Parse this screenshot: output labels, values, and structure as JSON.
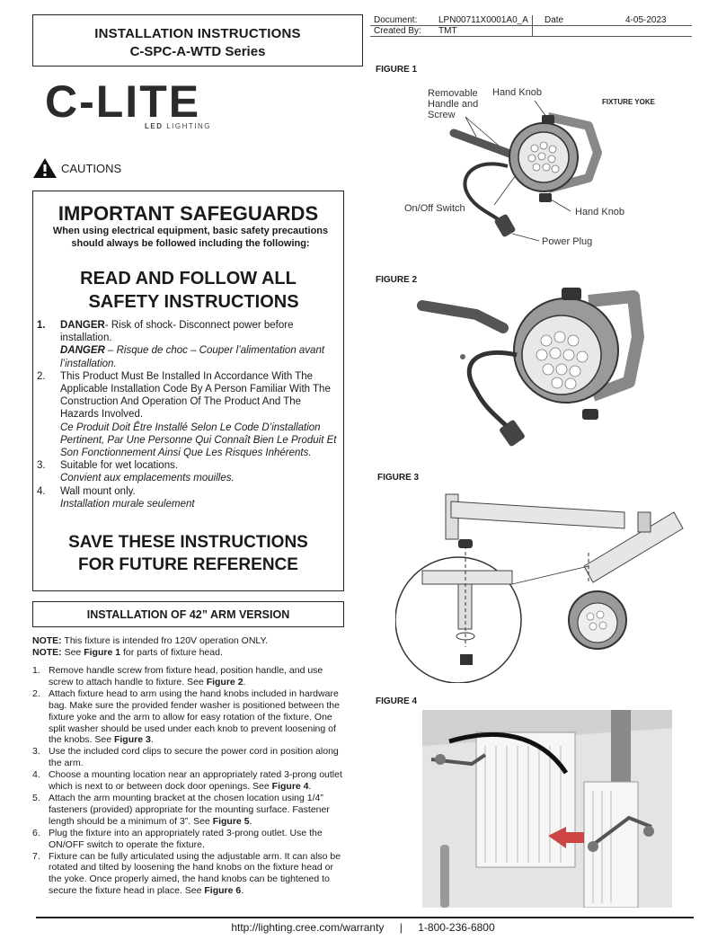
{
  "header": {
    "title_line1": "INSTALLATION INSTRUCTIONS",
    "title_line2": "C-SPC-A-WTD Series",
    "document_label": "Document:",
    "document_value": "LPN00711X0001A0_A",
    "date_label": "Date",
    "date_value": "4-05-2023",
    "created_label": "Created By:",
    "created_value": "TMT"
  },
  "logo": {
    "word": "C-LITE",
    "sub_bold": "LED",
    "sub_rest": " LIGHTING"
  },
  "cautions": "CAUTIONS",
  "safeguards": {
    "title": "IMPORTANT SAFEGUARDS",
    "subtitle": "When using electrical equipment, basic safety precautions should always be followed including the following:",
    "read_line1": "READ AND FOLLOW ALL",
    "read_line2": "SAFETY INSTRUCTIONS",
    "items": [
      {
        "num": "1.",
        "danger": "DANGER",
        "text": "- Risk of shock- Disconnect power before installation.",
        "fr_bold": "DANGER",
        "fr": " – Risque de choc – Couper l’alimentation avant l’installation."
      },
      {
        "num": "2.",
        "text": "This Product Must Be Installed In Accordance With The Applicable Installation Code By A Person Familiar With The Construction And Operation Of The Product And The Hazards Involved.",
        "fr": "Ce Produit Doit Être Installé Selon Le Code D’installation Pertinent, Par Une Personne Qui Connaît Bien Le Produit Et Son Fonctionnement Ainsi Que Les Risques Inhérents."
      },
      {
        "num": "3.",
        "text": "Suitable for wet locations.",
        "fr": "Convient aux emplacements mouilles."
      },
      {
        "num": "4.",
        "text": "Wall mount only.",
        "fr": "Installation murale seulement"
      }
    ],
    "save_line1": "SAVE THESE INSTRUCTIONS",
    "save_line2": "FOR FUTURE REFERENCE"
  },
  "installation": {
    "title": "INSTALLATION OF 42” ARM VERSION",
    "note1_label": "NOTE:",
    "note1_text": " This fixture is intended fro 120V operation ONLY.",
    "note2_label": "NOTE:",
    "note2_pre": " See ",
    "note2_fig": "Figure 1",
    "note2_post": " for parts of fixture head.",
    "steps": [
      {
        "num": "1.",
        "text": "Remove handle screw from fixture head, position handle, and use screw to attach handle to fixture. See ",
        "fig": "Figure 2",
        "end": "."
      },
      {
        "num": "2.",
        "text": "Attach fixture head to arm using the hand knobs included in hardware bag. Make sure the provided fender washer is positioned between the fixture yoke and the arm to allow for easy rotation of the fixture. One split washer should be used under each knob to prevent loosening of the knobs. See ",
        "fig": "Figure 3",
        "end": "."
      },
      {
        "num": "3.",
        "text": "Use the included cord clips to secure the power cord in position along the arm.",
        "fig": "",
        "end": ""
      },
      {
        "num": "4.",
        "text": "Choose a mounting location near an appropriately rated 3-prong outlet which is next to or between dock door openings. See ",
        "fig": "Figure 4",
        "end": "."
      },
      {
        "num": "5.",
        "text": "Attach the arm mounting bracket at the chosen location using 1/4” fasteners (provided) appropriate for the mounting surface. Fastener length should be a minimum of 3”. See ",
        "fig": "Figure 5",
        "end": "."
      },
      {
        "num": "6.",
        "text": "Plug the fixture into an appropriately rated 3-prong outlet. Use the ON/OFF switch to operate the fixture.",
        "fig": "",
        "end": ""
      },
      {
        "num": "7.",
        "text": "Fixture can be fully articulated using the adjustable arm. It can also be rotated and tilted by loosening the hand knobs on the fixture head or the yoke. Once properly aimed, the hand knobs can be tightened to secure the fixture head in place. See ",
        "fig": "Figure 6",
        "end": "."
      }
    ]
  },
  "figures": {
    "fig1_label": "FIGURE 1",
    "fig1_callouts": {
      "removable": "Removable Handle and Screw",
      "hand_knob_top": "Hand Knob",
      "yoke": "FIXTURE YOKE",
      "onoff": "On/Off Switch",
      "hand_knob_bottom": "Hand Knob",
      "plug": "Power Plug"
    },
    "fig2_label": "FIGURE 2",
    "fig3_label": "FIGURE 3",
    "fig4_label": "FIGURE 4"
  },
  "footer": {
    "url": "http://lighting.cree.com/warranty",
    "sep": "|",
    "phone": "1-800-236-6800"
  }
}
